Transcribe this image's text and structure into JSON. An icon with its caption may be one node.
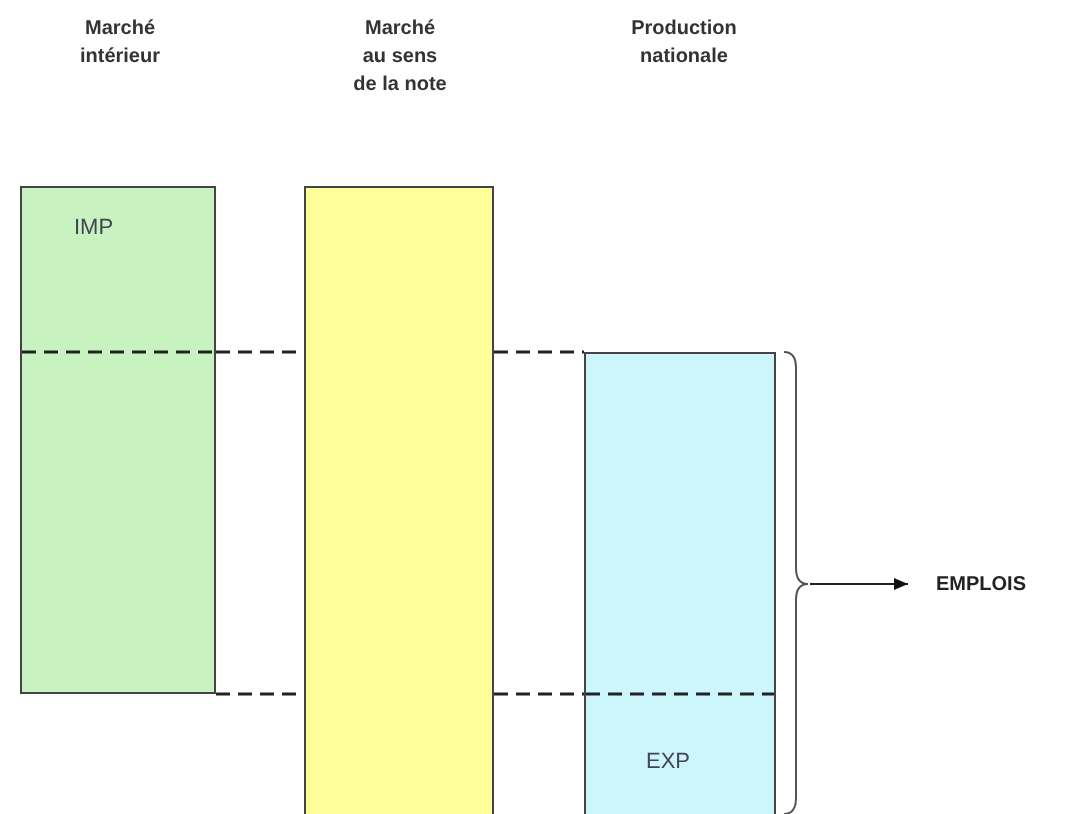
{
  "diagram": {
    "nodes": [
      {
        "text": [
          "IMP"
        ]
      },
      {
        "text": [],
        "shape": "bar"
      },
      {
        "text": [
          "EXP"
        ]
      },
      {
        "text": [
          "EMPLOIS"
        ]
      }
    ],
    "edges": [
      {
        "from": 0,
        "to": 1,
        "arrow": "none",
        "style": "dashed"
      },
      {
        "from": 0,
        "to": 1,
        "arrow": "none",
        "style": "dashed"
      },
      {
        "from": 1,
        "to": 2,
        "arrow": "none",
        "style": "dashed"
      },
      {
        "from": 1,
        "to": 2,
        "arrow": "none",
        "style": "dashed"
      },
      {
        "from": 2,
        "to": 3,
        "arrow": "to"
      }
    ],
    "labels": [
      "Marché intérieur",
      "Marché au sens de la note",
      "Production nationale"
    ]
  }
}
